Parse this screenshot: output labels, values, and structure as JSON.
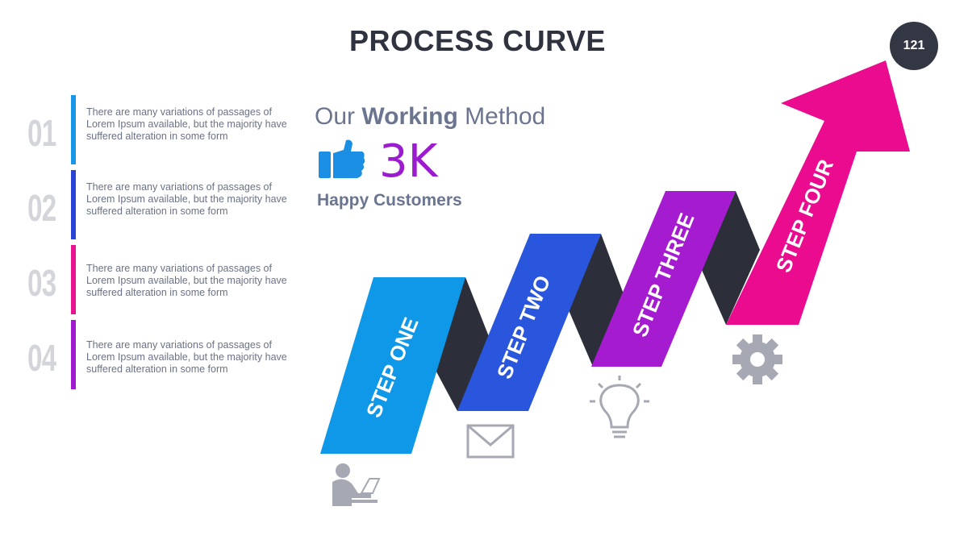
{
  "title": "PROCESS CURVE",
  "page_number": "121",
  "items": [
    {
      "number": "01",
      "text": "There are many variations of passages of Lorem Ipsum available, but the majority have suffered alteration in some form",
      "color": "#1a96e8"
    },
    {
      "number": "02",
      "text": "There are many variations of passages of Lorem Ipsum available, but the majority have suffered alteration in some form",
      "color": "#2a44d6"
    },
    {
      "number": "03",
      "text": "There are many variations of passages of Lorem Ipsum available, but the majority have suffered alteration in some form",
      "color": "#e8148f"
    },
    {
      "number": "04",
      "text": "There are many variations of passages of Lorem Ipsum available, but the majority have suffered alteration in some form",
      "color": "#a01ad0"
    }
  ],
  "heading": {
    "pre": "Our ",
    "bold": "Working",
    "post": " Method"
  },
  "stat": {
    "value": "3K",
    "label": "Happy Customers"
  },
  "steps": [
    {
      "label": "STEP ONE",
      "color": "#0f97e8",
      "icon": "person-laptop-icon"
    },
    {
      "label": "STEP TWO",
      "color": "#2956dc",
      "icon": "envelope-icon"
    },
    {
      "label": "STEP THREE",
      "color": "#a51cd0",
      "icon": "lightbulb-icon"
    },
    {
      "label": "STEP FOUR",
      "color": "#ea0b8e",
      "icon": "gear-icon"
    }
  ]
}
